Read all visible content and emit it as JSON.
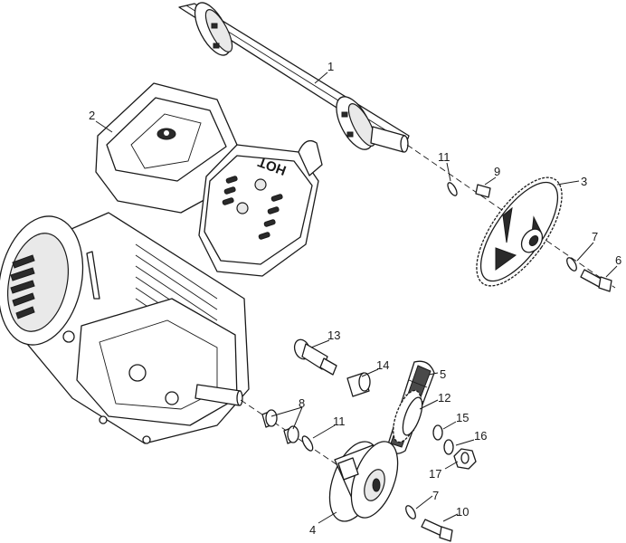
{
  "engine_badge": "HOT",
  "callouts": [
    {
      "id": "1",
      "label": "1"
    },
    {
      "id": "2",
      "label": "2"
    },
    {
      "id": "3",
      "label": "3"
    },
    {
      "id": "4",
      "label": "4"
    },
    {
      "id": "5",
      "label": "5"
    },
    {
      "id": "6",
      "label": "6"
    },
    {
      "id": "7a",
      "label": "7"
    },
    {
      "id": "7b",
      "label": "7"
    },
    {
      "id": "8",
      "label": "8"
    },
    {
      "id": "9",
      "label": "9"
    },
    {
      "id": "10",
      "label": "10"
    },
    {
      "id": "11a",
      "label": "11"
    },
    {
      "id": "11b",
      "label": "11"
    },
    {
      "id": "12",
      "label": "12"
    },
    {
      "id": "13",
      "label": "13"
    },
    {
      "id": "14",
      "label": "14"
    },
    {
      "id": "15",
      "label": "15"
    },
    {
      "id": "16",
      "label": "16"
    },
    {
      "id": "17",
      "label": "17"
    }
  ]
}
